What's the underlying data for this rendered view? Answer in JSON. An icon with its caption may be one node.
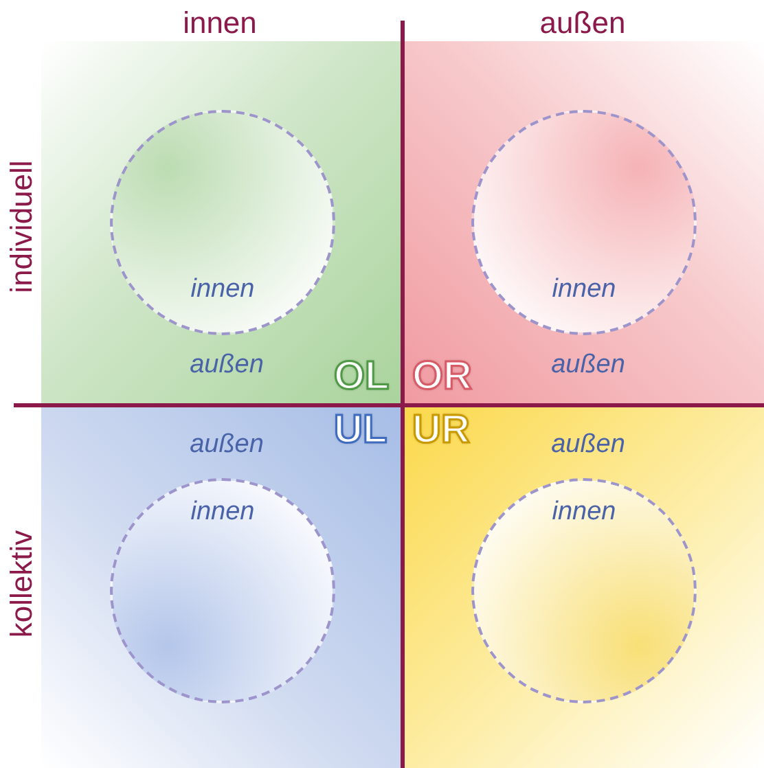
{
  "diagram": {
    "nodes": [
      {
        "text": [
          "außen",
          "OL"
        ]
      },
      {
        "text": [
          "innen"
        ],
        "in": 0
      },
      {
        "text": [
          "OR",
          "außen"
        ]
      },
      {
        "text": [
          "innen"
        ],
        "in": 2
      },
      {
        "text": [
          "außen",
          "UL"
        ]
      },
      {
        "text": [
          "innen"
        ],
        "in": 4
      },
      {
        "text": [
          "außen",
          "UR"
        ]
      },
      {
        "text": [
          "innen"
        ],
        "in": 6
      }
    ],
    "edges": [],
    "labels": [
      "innen",
      "außen",
      "individuell",
      "kollektiv"
    ]
  }
}
